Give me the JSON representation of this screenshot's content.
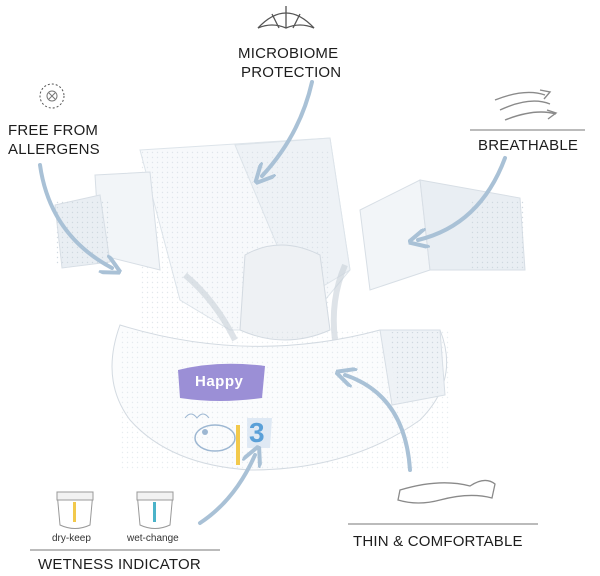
{
  "features": {
    "microbiome": "MICROBIOME PROTECTION",
    "microbiome_line1": "MICROBIOME",
    "microbiome_line2": "PROTECTION",
    "allergens_line1": "FREE FROM",
    "allergens_line2": "ALLERGENS",
    "breathable": "BREATHABLE",
    "thin": "THIN & COMFORTABLE",
    "wetness": "WETNESS INDICATOR"
  },
  "indicator": {
    "dry_label": "dry-keep",
    "wet_label": "wet-change",
    "dry_color": "#f2c94c",
    "wet_color": "#4bb3c9"
  },
  "product": {
    "brand": "Happy",
    "size": "3",
    "brand_color": "#9b8fd6"
  },
  "colors": {
    "arrow": "#a9c1d6",
    "icon": "#555555"
  },
  "icons": {
    "umbrella": "umbrella-icon",
    "allergen": "allergen-free-icon",
    "wind": "wind-icon",
    "thin": "thin-layer-icon"
  }
}
